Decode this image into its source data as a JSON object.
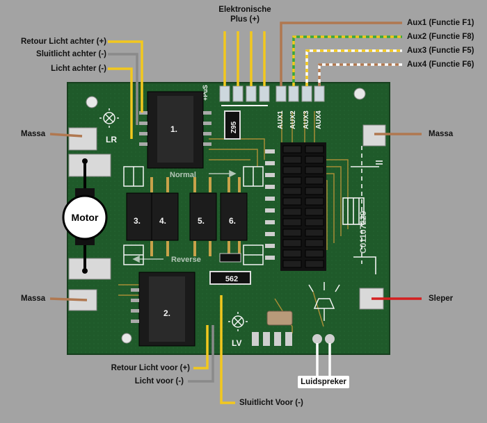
{
  "labels": {
    "elektronische_plus_line1": "Elektronische",
    "elektronische_plus_line2": "Plus (+)",
    "aux1": "Aux1 (Functie F1)",
    "aux2": "Aux2 (Functie F8)",
    "aux3": "Aux3 (Functie F5)",
    "aux4": "Aux4 (Functie F6)",
    "retour_licht_achter": "Retour Licht achter (+)",
    "sluitlicht_achter": "Sluitlicht achter (-)",
    "licht_achter": "Licht achter (-)",
    "massa_left_top": "Massa",
    "massa_left_bottom": "Massa",
    "massa_right": "Massa",
    "motor": "Motor",
    "sleper": "Sleper",
    "retour_licht_voor": "Retour Licht voor (+)",
    "licht_voor": "Licht voor (-)",
    "sluitlicht_voor": "Sluitlicht Voor (-)",
    "luidspreker": "Luidspreker"
  },
  "board": {
    "silk_plus": "+PuS",
    "aux_pins": [
      "AUX1",
      "AUX2",
      "AUX3",
      "AUX4"
    ],
    "lr": "LR",
    "lv": "LV",
    "normal": "Normal",
    "reverse": "Reverse",
    "resistor_top": "Z95",
    "resistor_bottom": "562",
    "serial": "C01107229",
    "connectors": [
      "1.",
      "2.",
      "3.",
      "4.",
      "5.",
      "6."
    ]
  },
  "colors": {
    "background": "#a3a3a3",
    "pcb": "#1f5a2a",
    "yellow_wire": "#f2c81e",
    "brown_wire": "#b07850",
    "gray_wire": "#8a8a8a",
    "green_wire": "#3aa83a",
    "red_wire": "#d42020",
    "white_wire": "#ffffff"
  }
}
